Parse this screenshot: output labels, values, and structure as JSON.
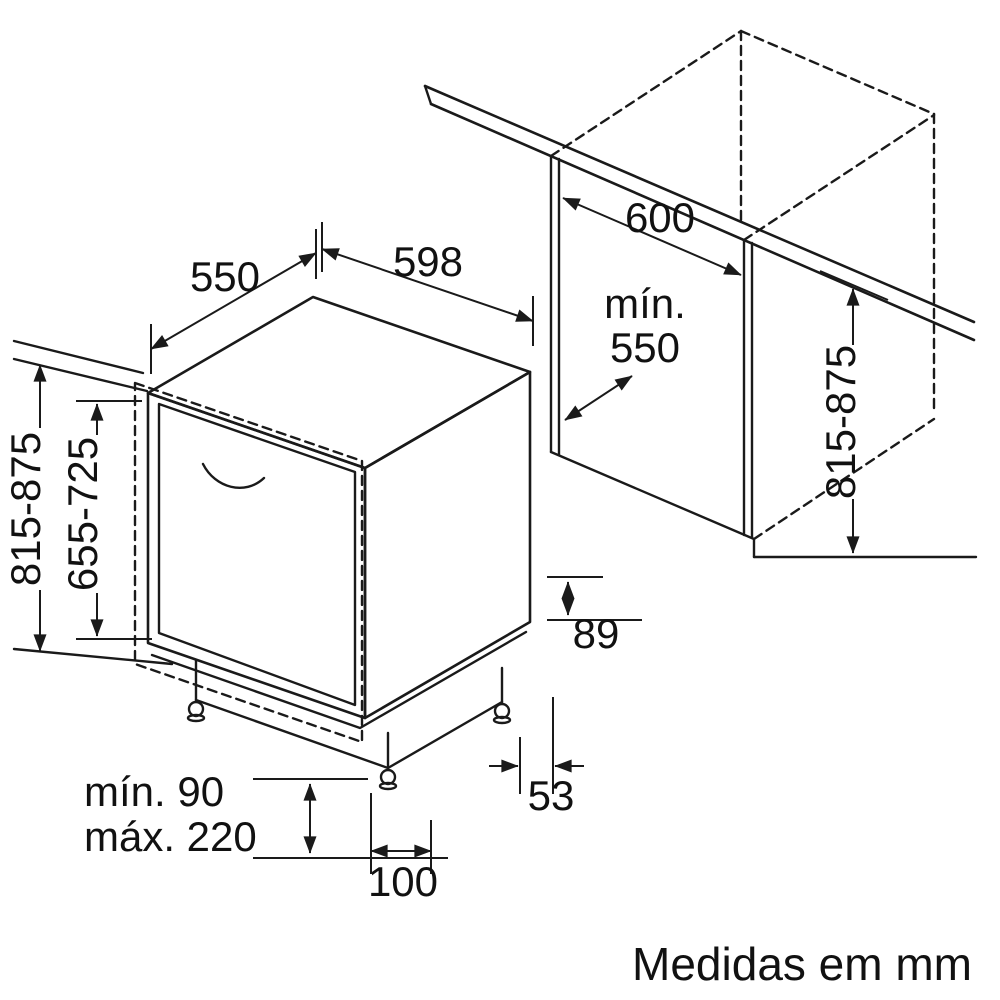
{
  "note": "Medidas em mm",
  "labels": {
    "appliance_depth": "550",
    "appliance_width": "598",
    "appliance_height": "815-875",
    "door_panel_height": "655-725",
    "niche_width": "600",
    "niche_depth_min_line1": "mín.",
    "niche_depth_min_line2": "550",
    "niche_height": "815-875",
    "rear_height_adjust": "89",
    "rear_foot_to_wall": "53",
    "front_foot_inset": "100",
    "plinth_min": "mín. 90",
    "plinth_max": "máx. 220"
  },
  "colors": {
    "line": "#1a1a1a",
    "text": "#111111",
    "background": "#ffffff"
  }
}
